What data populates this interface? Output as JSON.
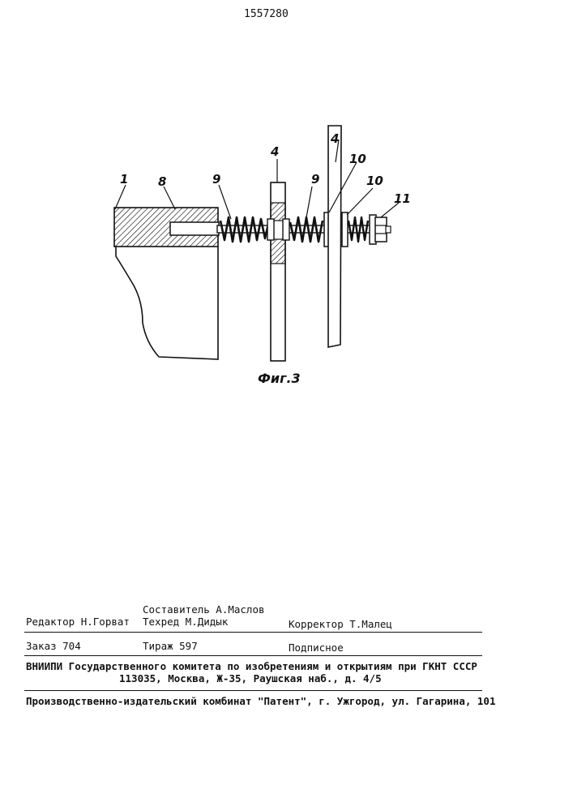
{
  "header": {
    "patent_number": "1557280"
  },
  "figure": {
    "caption": "Фиг.3",
    "labels": {
      "l1": "1",
      "l8": "8",
      "l9a": "9",
      "l4a": "4",
      "l9b": "9",
      "l4b": "4",
      "l10a": "10",
      "l10b": "10",
      "l11": "11"
    }
  },
  "imprint": {
    "compiler": "Составитель А.Маслов",
    "editor": "Редактор Н.Горват",
    "techred": "Техред М.Дидык",
    "corrector": "Корректор Т.Малец",
    "order": "Заказ 704",
    "circulation": "Тираж 597",
    "subscription": "Подписное",
    "institute": "ВНИИПИ Государственного комитета по изобретениям и открытиям при ГКНТ СССР",
    "address": "113035, Москва, Ж-35, Раушская наб., д. 4/5",
    "publisher": "Производственно-издательский комбинат \"Патент\", г. Ужгород, ул. Гагарина, 101"
  }
}
